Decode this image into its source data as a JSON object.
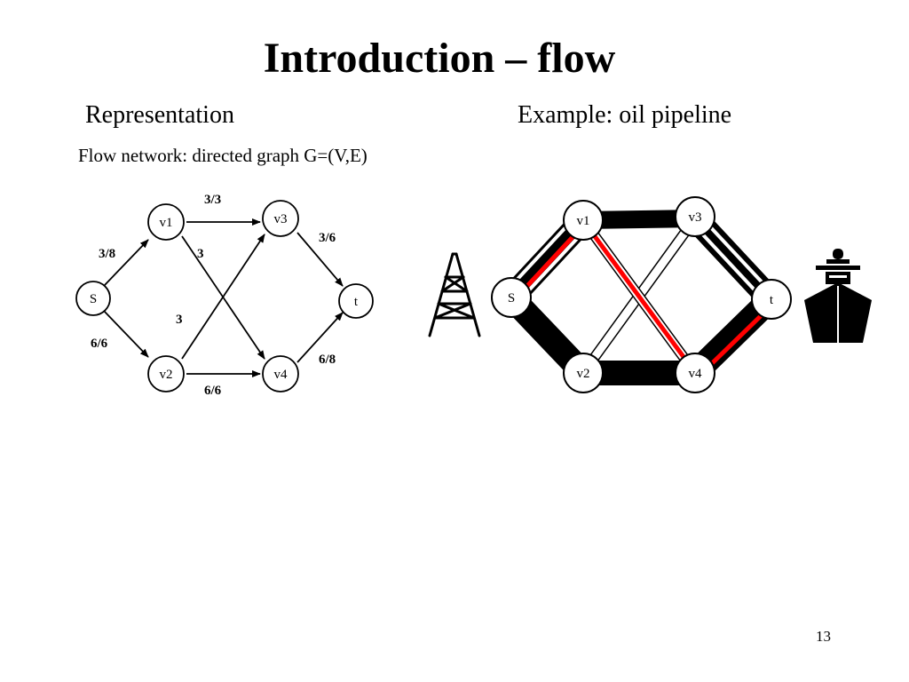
{
  "slide": {
    "title": "Introduction – flow",
    "left_heading": "Representation",
    "right_heading": "Example: oil pipeline",
    "subheading": "Flow network: directed graph G=(V,E)",
    "page_number": "13"
  },
  "flow_network": {
    "nodes": {
      "s": "S",
      "v1": "v1",
      "v2": "v2",
      "v3": "v3",
      "v4": "v4",
      "t": "t"
    },
    "edges": [
      {
        "from": "S",
        "to": "v1",
        "label": "3/8"
      },
      {
        "from": "S",
        "to": "v2",
        "label": "6/6"
      },
      {
        "from": "v1",
        "to": "v3",
        "label": "3/3"
      },
      {
        "from": "v1",
        "to": "v4",
        "label": "3"
      },
      {
        "from": "v2",
        "to": "v3",
        "label": "3"
      },
      {
        "from": "v2",
        "to": "v4",
        "label": "6/6"
      },
      {
        "from": "v3",
        "to": "t",
        "label": "3/6"
      },
      {
        "from": "v4",
        "to": "t",
        "label": "6/8"
      }
    ]
  },
  "pipeline": {
    "nodes": {
      "s": "S",
      "v1": "v1",
      "v2": "v2",
      "v3": "v3",
      "v4": "v4",
      "t": "t"
    },
    "icons": [
      "oil-derrick-icon",
      "ship-icon"
    ],
    "flow_color": "#ff0000",
    "pipe_color": "#000000"
  }
}
